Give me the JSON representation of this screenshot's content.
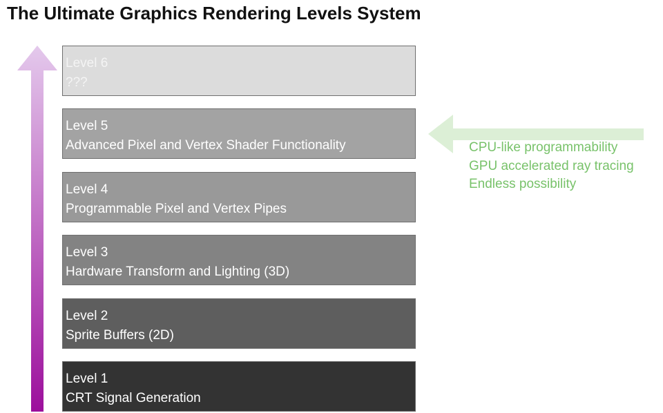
{
  "title": "The Ultimate Graphics Rendering Levels System",
  "levels": [
    {
      "name": "Level 6",
      "description": "???",
      "fill": "#dcdcdc",
      "text_color": "#f4f4f4"
    },
    {
      "name": "Level 5",
      "description": "Advanced Pixel and Vertex Shader Functionality",
      "fill": "#a3a3a3",
      "text_color": "#ffffff"
    },
    {
      "name": "Level 4",
      "description": "Programmable Pixel and Vertex Pipes",
      "fill": "#999999",
      "text_color": "#ffffff"
    },
    {
      "name": "Level 3",
      "description": "Hardware Transform and Lighting (3D)",
      "fill": "#838383",
      "text_color": "#ffffff"
    },
    {
      "name": "Level 2",
      "description": "Sprite Buffers (2D)",
      "fill": "#5e5e5e",
      "text_color": "#ffffff"
    },
    {
      "name": "Level 1",
      "description": "CRT Signal Generation",
      "fill": "#333333",
      "text_color": "#ffffff"
    }
  ],
  "progression_arrow": {
    "gradient_top": "#e4c9ec",
    "gradient_bottom": "#9c0f9c"
  },
  "level5_notes": {
    "arrow_color": "#dcefd6",
    "text_color": "#78c26a",
    "lines": [
      "CPU-like programmability",
      "GPU accelerated ray tracing",
      "Endless possibility"
    ]
  }
}
